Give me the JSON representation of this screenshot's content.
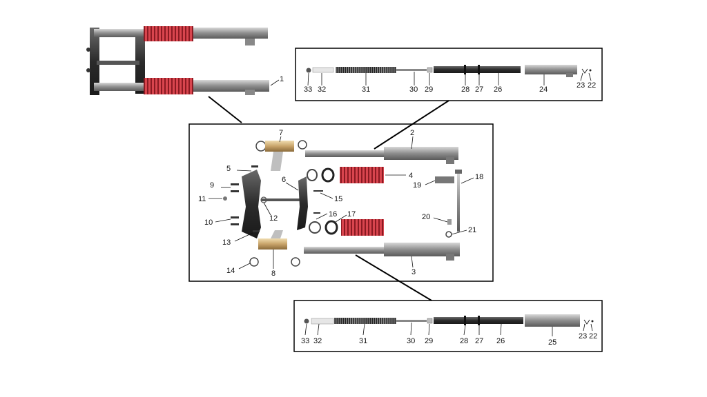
{
  "colors": {
    "spring": "#c8323c",
    "metal": "#8e8e8e",
    "metal_light": "#b9b9b9",
    "dark": "#2b2b2b",
    "bronze": "#c9a46a",
    "frame": "#000000"
  },
  "callouts": {
    "assembly": {
      "c1": "1"
    },
    "upper_detail": {
      "c33": "33",
      "c32": "32",
      "c31": "31",
      "c30": "30",
      "c29": "29",
      "c28": "28",
      "c27": "27",
      "c26": "26",
      "c24": "24",
      "c23": "23",
      "c22": "22"
    },
    "exploded": {
      "c2": "2",
      "c3": "3",
      "c4": "4",
      "c5": "5",
      "c6": "6",
      "c7": "7",
      "c8": "8",
      "c9": "9",
      "c10": "10",
      "c11": "11",
      "c12": "12",
      "c13": "13",
      "c14": "14",
      "c15": "15",
      "c16": "16",
      "c17": "17",
      "c18": "18",
      "c19": "19",
      "c20": "20",
      "c21": "21"
    },
    "lower_detail": {
      "c33": "33",
      "c32": "32",
      "c31": "31",
      "c30": "30",
      "c29": "29",
      "c28": "28",
      "c27": "27",
      "c26": "26",
      "c25": "25",
      "c23": "23",
      "c22": "22"
    }
  }
}
